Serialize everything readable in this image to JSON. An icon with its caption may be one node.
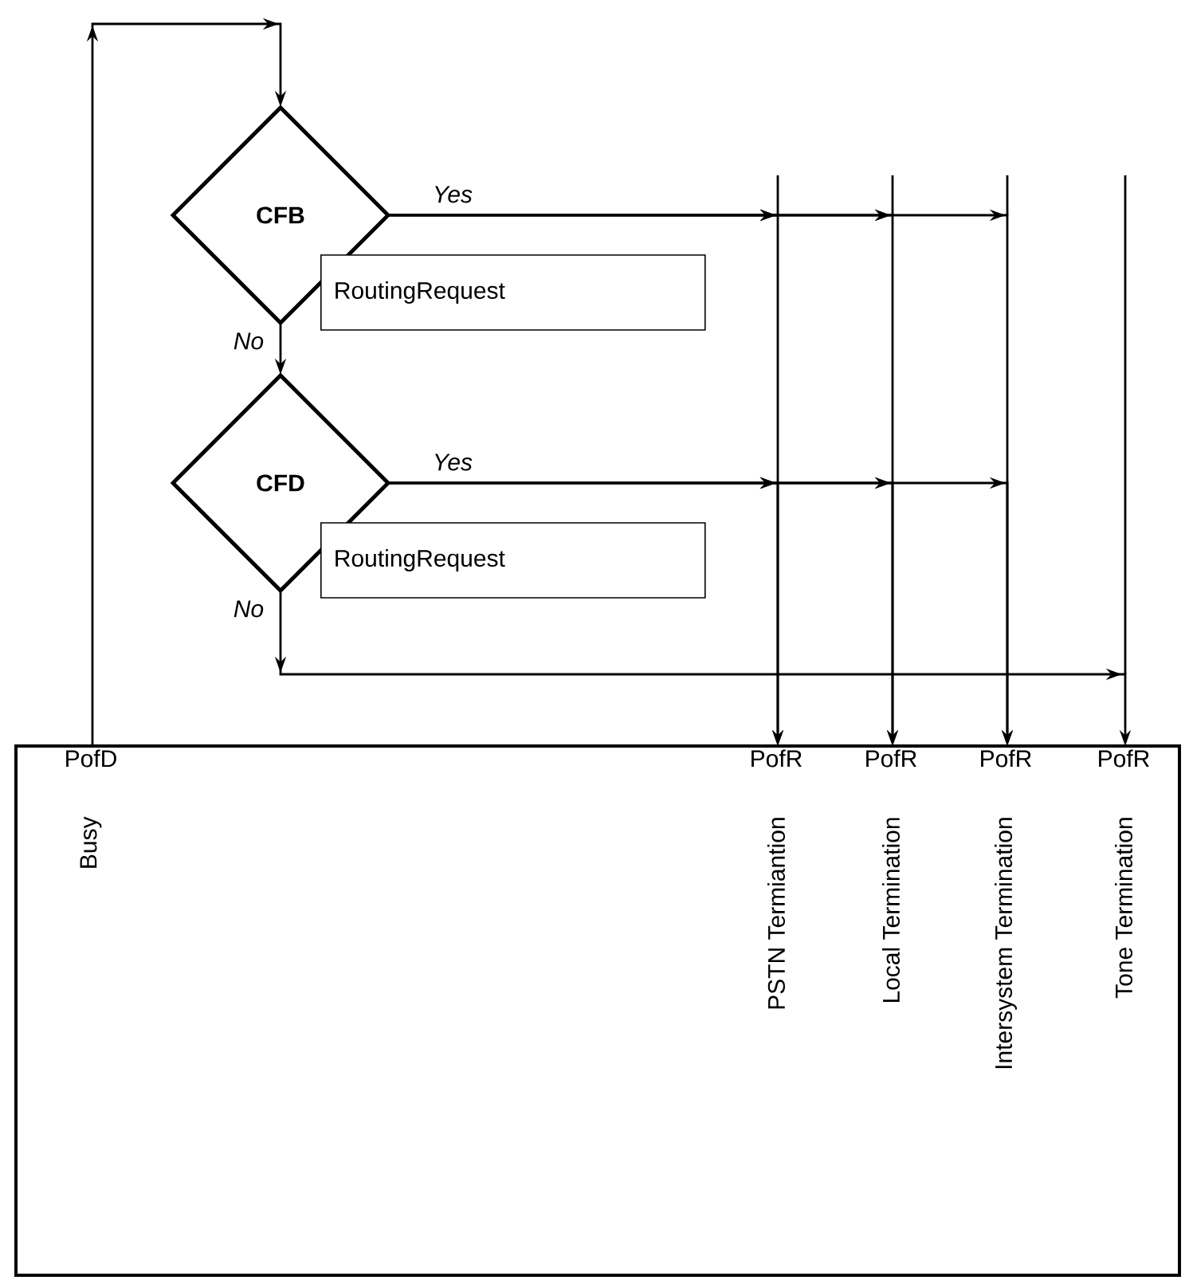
{
  "diagram": {
    "nodes": [
      {
        "text": [],
        "shape": "box"
      },
      {
        "text": [
          "PofD",
          "Busy"
        ],
        "in": 0
      },
      {
        "text": [
          "PofR",
          "PSTN Termiantion"
        ],
        "in": 0
      },
      {
        "text": [
          "PofR",
          "Local Termination"
        ],
        "in": 0
      },
      {
        "text": [
          "PofR",
          "Intersystem Termination"
        ],
        "in": 0
      },
      {
        "text": [
          "PofR",
          "Tone Termination"
        ],
        "in": 0
      },
      {
        "text": [
          "CFB"
        ]
      },
      {
        "text": [
          "RoutingRequest"
        ]
      },
      {
        "text": [
          "CFD"
        ]
      },
      {
        "text": [
          "RoutingRequest"
        ]
      }
    ],
    "edges": [
      {
        "from": 1,
        "to": 6,
        "arrow": "to"
      },
      {
        "from": 6,
        "to": 8,
        "arrow": "to",
        "label": "No"
      },
      {
        "from": 6,
        "to": 2,
        "arrow": "to",
        "label": "Yes"
      },
      {
        "from": 6,
        "to": 3,
        "arrow": "to"
      },
      {
        "from": 6,
        "to": 4,
        "arrow": "to"
      },
      {
        "from": 8,
        "to": 2,
        "arrow": "to",
        "label": "Yes"
      },
      {
        "from": 8,
        "to": 3,
        "arrow": "to"
      },
      {
        "from": 8,
        "to": 4,
        "arrow": "to"
      },
      {
        "from": 8,
        "to": 5,
        "arrow": "to",
        "label": "No"
      }
    ]
  }
}
